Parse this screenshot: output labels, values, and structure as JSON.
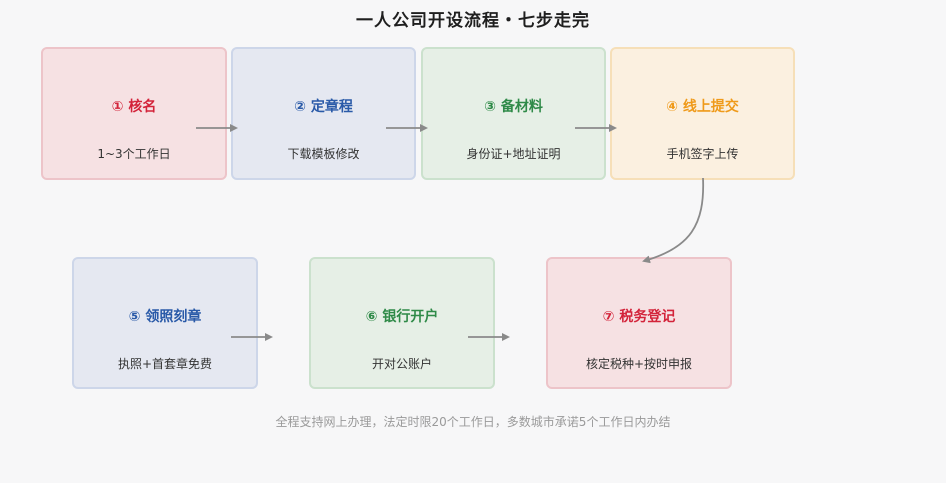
{
  "title": "一人公司开设流程・七步走完",
  "steps": [
    {
      "title": "① 核名",
      "desc": "1~3个工作日",
      "color": "#d3233a",
      "bg": "#f6e1e3",
      "border": "#edc4c9"
    },
    {
      "title": "② 定章程",
      "desc": "下载模板修改",
      "color": "#2a5aa8",
      "bg": "#e5e8f1",
      "border": "#cdd6e9"
    },
    {
      "title": "③ 备材料",
      "desc": "身份证+地址证明",
      "color": "#2f8a48",
      "bg": "#e6efe6",
      "border": "#cbe1cd"
    },
    {
      "title": "④ 线上提交",
      "desc": "手机签字上传",
      "color": "#ef9a1a",
      "bg": "#fbf0e0",
      "border": "#f6dfb8"
    },
    {
      "title": "⑤ 领照刻章",
      "desc": "执照+首套章免费",
      "color": "#2a5aa8",
      "bg": "#e5e8f1",
      "border": "#cdd6e9"
    },
    {
      "title": "⑥ 银行开户",
      "desc": "开对公账户",
      "color": "#2f8a48",
      "bg": "#e6efe6",
      "border": "#cbe1cd"
    },
    {
      "title": "⑦ 税务登记",
      "desc": "核定税种+按时申报",
      "color": "#d3233a",
      "bg": "#f6e1e3",
      "border": "#edc4c9"
    }
  ],
  "footer": "全程支持网上办理，法定时限20个工作日，多数城市承诺5个工作日内办结"
}
